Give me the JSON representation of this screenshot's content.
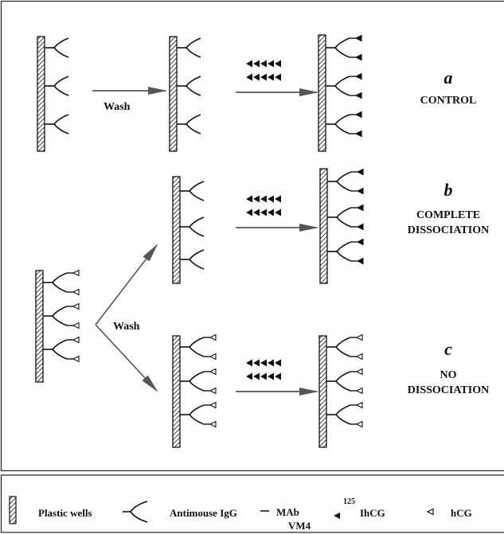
{
  "panels": {
    "a": {
      "letter": "a",
      "caption_lines": [
        "CONTROL"
      ]
    },
    "b": {
      "letter": "b",
      "caption_lines": [
        "COMPLETE",
        "DISSOCIATION"
      ]
    },
    "c": {
      "letter": "c",
      "caption_lines": [
        "NO",
        "DISSOCIATION"
      ]
    }
  },
  "wash_labels": {
    "top": "Wash",
    "branch": "Wash"
  },
  "legend": {
    "plastic_wells": "Plastic wells",
    "antimouse_igg": "Antimouse IgG",
    "mab_line1": "MAb",
    "mab_line2": "VM4",
    "labeled_hcg_superscript": "125",
    "labeled_hcg_label": "IhCG",
    "hcg": "hCG"
  },
  "colors": {
    "ink": "#111111",
    "arrow_gray": "#555555",
    "background": "#ffffff"
  }
}
